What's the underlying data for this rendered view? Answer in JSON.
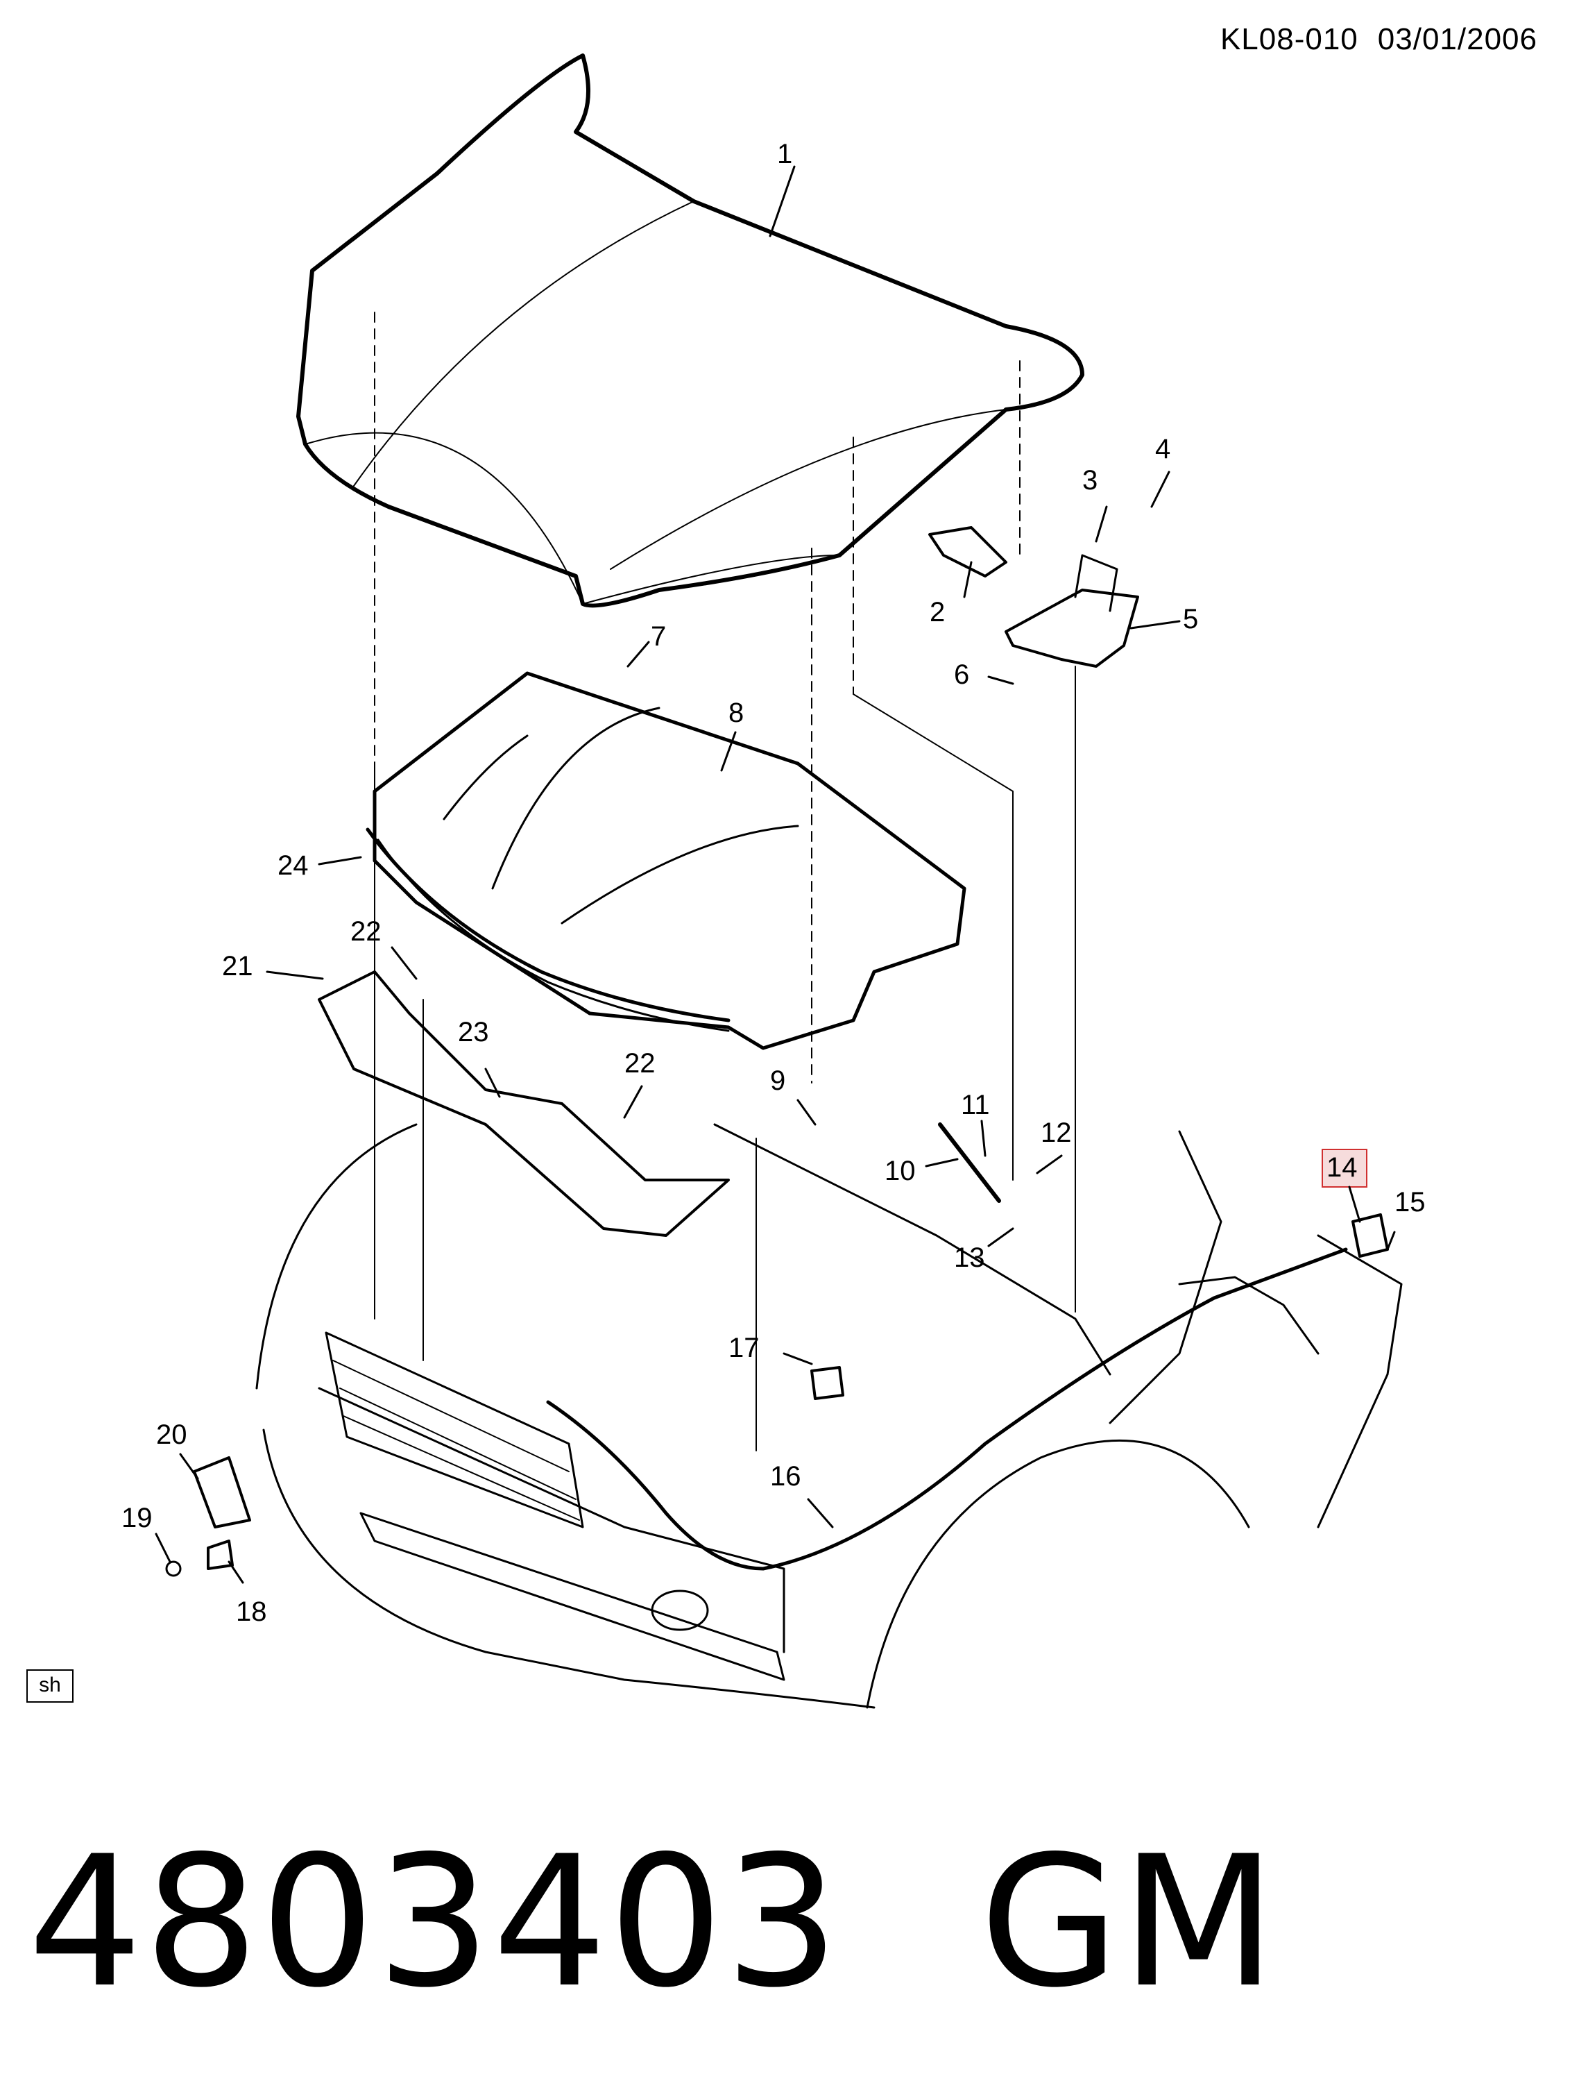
{
  "header": {
    "ref_code": "KL08-010",
    "date": "03/01/2006"
  },
  "callouts": [
    "1",
    "2",
    "3",
    "4",
    "5",
    "6",
    "7",
    "8",
    "9",
    "10",
    "11",
    "12",
    "13",
    "14",
    "15",
    "16",
    "17",
    "18",
    "19",
    "20",
    "21",
    "22",
    "22",
    "23",
    "24"
  ],
  "highlighted_callout": "14",
  "view_tag": "sh",
  "part_number": "4803403",
  "brand": "GM",
  "colors": {
    "line": "#000000",
    "highlight_border": "#d03030",
    "highlight_fill": "#f6dcdc"
  }
}
